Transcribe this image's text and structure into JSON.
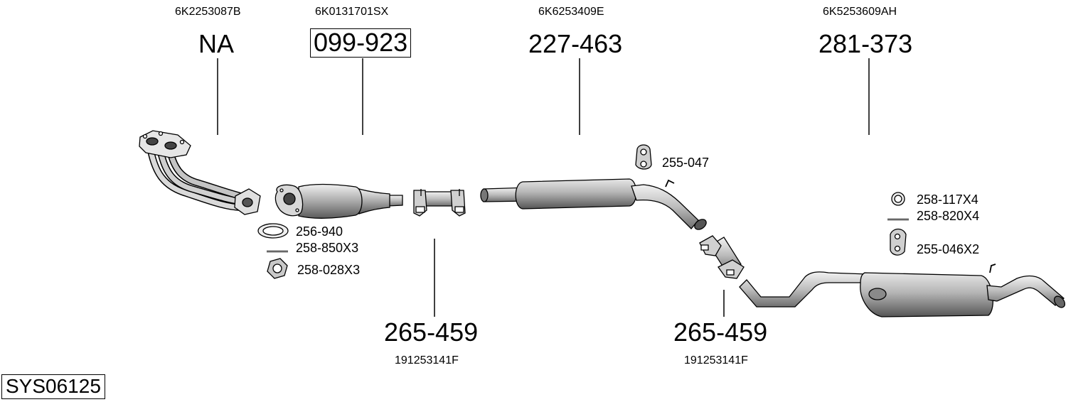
{
  "diagram_id": "SYS06125",
  "parts": {
    "manifold": {
      "oem": "6K2253087B",
      "ref": "NA"
    },
    "catalyst": {
      "oem": "6K0131701SX",
      "ref": "099-923"
    },
    "clamp_front": {
      "oem": "191253141F",
      "ref": "265-459"
    },
    "middle_silencer": {
      "oem": "6K6253409E",
      "ref": "227-463"
    },
    "clamp_rear": {
      "oem": "191253141F",
      "ref": "265-459"
    },
    "rear_silencer": {
      "oem": "6K5253609AH",
      "ref": "281-373"
    }
  },
  "accessories": {
    "gasket": "256-940",
    "stud_front": "258-850X3",
    "nut_front": "258-028X3",
    "hanger_middle": "255-047",
    "ring_rear": "258-117X4",
    "bolt_rear": "258-820X4",
    "hanger_rear": "255-046X2"
  }
}
